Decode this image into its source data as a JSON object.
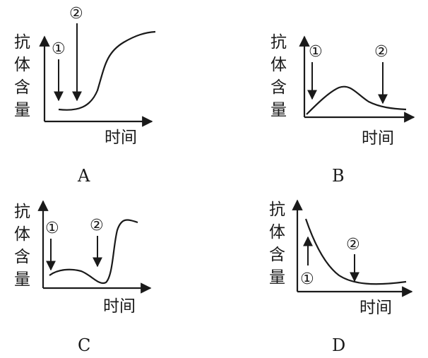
{
  "labels": {
    "y_axis_chars": [
      "抗",
      "体",
      "含",
      "量"
    ],
    "x_axis": "时间",
    "marker_1": "①",
    "marker_2": "②"
  },
  "panels": [
    {
      "letter": "A"
    },
    {
      "letter": "B"
    },
    {
      "letter": "C"
    },
    {
      "letter": "D"
    }
  ]
}
